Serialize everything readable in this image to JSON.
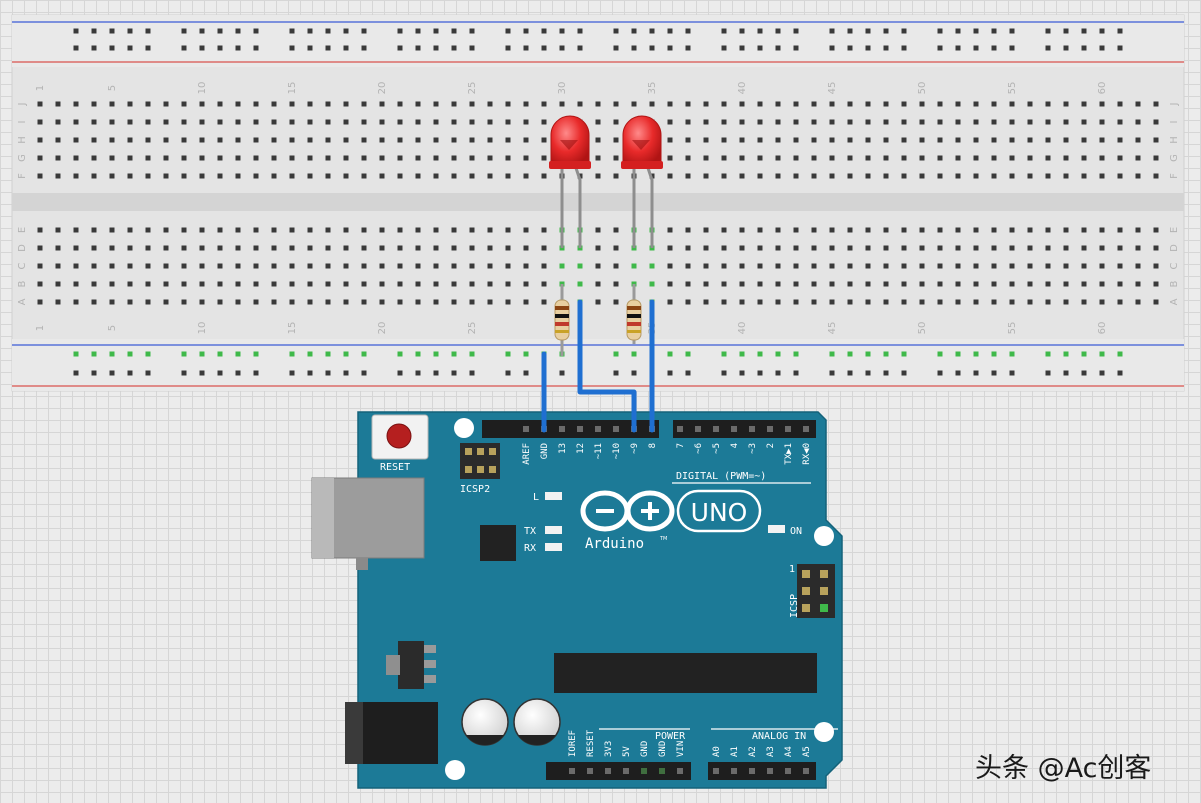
{
  "breadboard": {
    "columns": 63,
    "column_labels": [
      "1",
      "5",
      "10",
      "15",
      "20",
      "25",
      "30",
      "35",
      "40",
      "45",
      "50",
      "55",
      "60"
    ],
    "top_half_row_labels": [
      "J",
      "I",
      "H",
      "G",
      "F"
    ],
    "bottom_half_row_labels": [
      "E",
      "D",
      "C",
      "B",
      "A"
    ]
  },
  "arduino": {
    "reset_label": "RESET",
    "icsp2_label": "ICSP2",
    "icsp_label": "ICSP",
    "icsp_pin1_label": "1",
    "digital_pins": [
      "AREF",
      "GND",
      "13",
      "12",
      "~11",
      "~10",
      "~9",
      "8",
      "7",
      "~6",
      "~5",
      "4",
      "~3",
      "2",
      "TX▶1",
      "RX◀0"
    ],
    "digital_label": "DIGITAL (PWM=~)",
    "led_l_label": "L",
    "led_tx_label": "TX",
    "led_rx_label": "RX",
    "on_label": "ON",
    "logo_text": "Arduino",
    "logo_tm": "TM",
    "model_text": "UNO",
    "power_label": "POWER",
    "power_pins": [
      "IOREF",
      "RESET",
      "3V3",
      "5V",
      "GND",
      "GND",
      "VIN"
    ],
    "analog_label": "ANALOG IN",
    "analog_pins": [
      "A0",
      "A1",
      "A2",
      "A3",
      "A4",
      "A5"
    ]
  },
  "colors": {
    "board_teal": "#1c7a97",
    "wire_blue": "#1f6fd1",
    "led_red": "#e82a2a",
    "breadboard": "#e4e4e4",
    "rail_red": "#d9534f",
    "rail_blue": "#3b5bd6",
    "connected_green": "#3fb94a"
  },
  "watermark": "头条 @Ac创客"
}
